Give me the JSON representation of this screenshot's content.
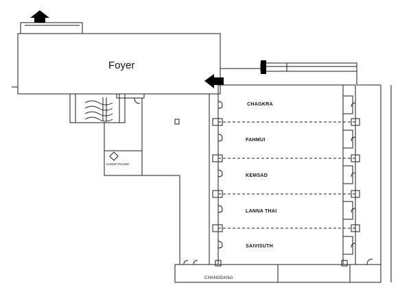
{
  "plan": {
    "foyer_label": "Foyer",
    "rooms": [
      {
        "name": "CHAGKRA"
      },
      {
        "name": "FAHMUI"
      },
      {
        "name": "KEMSAD"
      },
      {
        "name": "LANNA THAI"
      },
      {
        "name": "SAIVISUTH"
      }
    ],
    "small_room_label": "KUENG PHUNG",
    "bottom_room_label": "CHANGDANG",
    "line_color": "#1a1a1a",
    "arrow_color": "#000000"
  }
}
